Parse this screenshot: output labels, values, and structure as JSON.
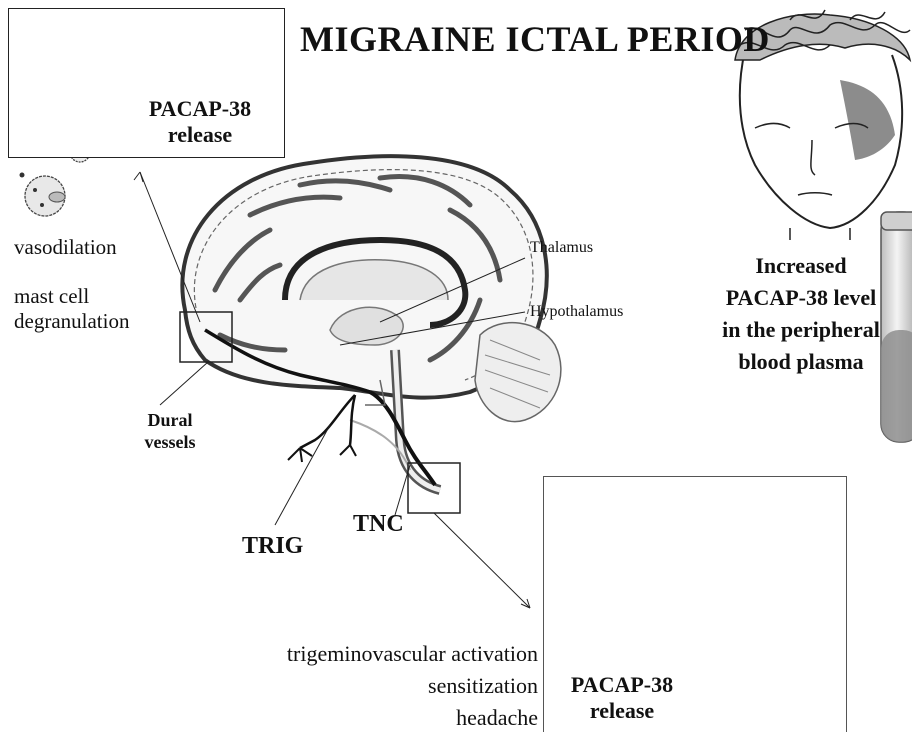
{
  "title": "MIGRAINE ICTAL PERIOD",
  "top_inset": {
    "release_line1": "PACAP-38",
    "release_line2": "release"
  },
  "left_effects": {
    "vasodilation": "vasodilation",
    "mast_line1": "mast cell",
    "mast_line2": "degranulation"
  },
  "brain_labels": {
    "thalamus": "Thalamus",
    "hypothalamus": "Hypothalamus",
    "dural_line1": "Dural",
    "dural_line2": "vessels",
    "trig": "TRIG",
    "tnc": "TNC"
  },
  "right_panel": {
    "line1": "Increased",
    "line2": "PACAP-38 level",
    "line3": "in the peripheral",
    "line4": "blood plasma"
  },
  "bottom_effects": {
    "line1": "trigeminovascular activation",
    "line2": "sensitization",
    "line3": "headache"
  },
  "bottom_inset": {
    "release_line1": "PACAP-38",
    "release_line2": "release"
  }
}
